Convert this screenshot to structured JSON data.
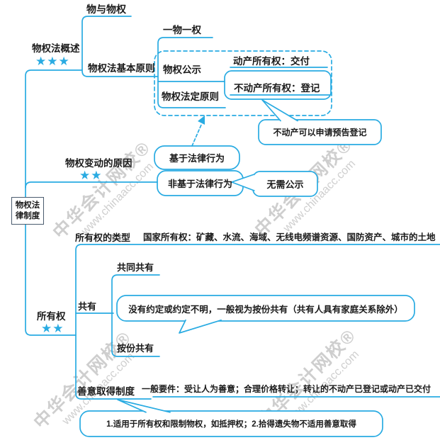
{
  "colors": {
    "accent": "#29ABE2",
    "text": "#1A1A1A",
    "root_border": "#4A5B6E",
    "watermark": "#C2C2C2"
  },
  "root": {
    "line1": "物权法",
    "line2": "律制度"
  },
  "nodes": {
    "wu_yu_wuquan": "物与物权",
    "overview": "物权法概述",
    "basic_principles": "物权法基本原则",
    "one_thing_one_right": "一物一权",
    "publicity": "物权公示",
    "statutory": "物权法定原则",
    "movable": "动产所有权：交付",
    "immovable": "不动产所有权：登记",
    "advance_registration": "不动产可以申请预告登记",
    "change_reason": "物权变动的原因",
    "legal_act": "基于法律行为",
    "non_legal_act": "非基于法律行为",
    "no_publicity": "无需公示",
    "ownership": "所有权",
    "ownership_types": "所有权的类型",
    "state_ownership": "国家所有权：矿藏、水流、海域、无线电频谱资源、国防资产、城市的土地",
    "joint_ownership": "共有",
    "common_joint": "共同共有",
    "share_joint": "按份共有",
    "no_agreement_note": "没有约定或约定不明，一般视为按份共有（共有人具有家庭关系除外）",
    "good_faith": "善意取得制度",
    "general_requirements": "一般要件：受让人为善意；合理价格转让；转让的不动产已登记或动产已交付",
    "good_faith_note": "1.适用于所有权和限制物权，如抵押权；2.拾得遗失物不适用善意取得"
  },
  "stars": {
    "overview": "★★★",
    "change_reason": "★★",
    "ownership": "★★"
  },
  "watermark": {
    "line1": "中华会计网校®",
    "line2": "www.chinaacc.com"
  }
}
